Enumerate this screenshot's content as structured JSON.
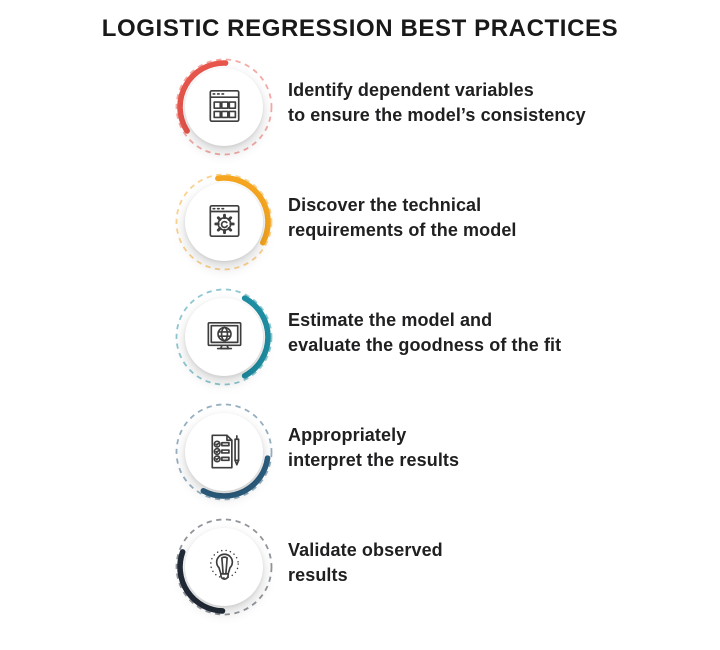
{
  "title": "LOGISTIC REGRESSION BEST PRACTICES",
  "colors": {
    "title_text": "#191919",
    "body_text": "#202022",
    "icon_stroke": "#3e3e3e",
    "background": "#ffffff"
  },
  "items": [
    {
      "icon": "app-grid-window-icon",
      "accent": "#E8564C",
      "arc_start_deg": 237,
      "arc_span_deg": 125,
      "lines": [
        "Identify dependent variables",
        "to ensure the model’s consistency"
      ]
    },
    {
      "icon": "gear-window-icon",
      "accent": "#F6A61F",
      "arc_start_deg": 352,
      "arc_span_deg": 126,
      "lines": [
        "Discover the technical",
        "requirements of the model"
      ]
    },
    {
      "icon": "monitor-globe-icon",
      "accent": "#1E8FA4",
      "arc_start_deg": 28,
      "arc_span_deg": 124,
      "lines": [
        "Estimate the model and",
        "evaluate the goodness of the fit"
      ]
    },
    {
      "icon": "checklist-pen-icon",
      "accent": "#2D5F80",
      "arc_start_deg": 98,
      "arc_span_deg": 110,
      "lines": [
        "Appropriately",
        "interpret the results"
      ]
    },
    {
      "icon": "lightbulb-icon",
      "accent": "#222B38",
      "arc_start_deg": 182,
      "arc_span_deg": 108,
      "lines": [
        "Validate observed",
        "results"
      ]
    }
  ]
}
